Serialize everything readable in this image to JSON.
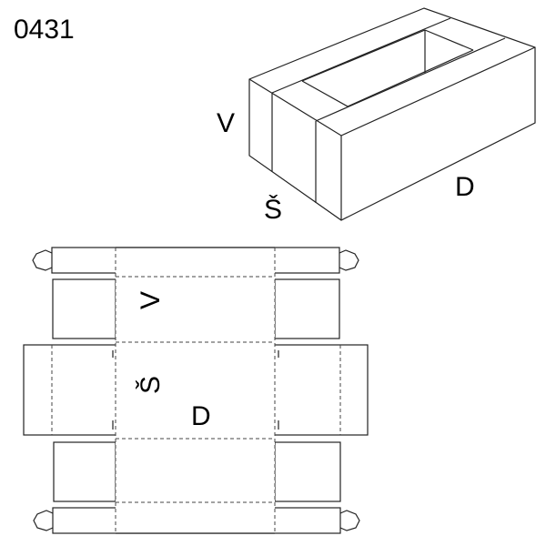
{
  "code": "0431",
  "box_labels": {
    "height": "V",
    "width": "Š",
    "length": "D"
  },
  "net_labels": {
    "height": "V",
    "width": "Š",
    "length": "D"
  }
}
